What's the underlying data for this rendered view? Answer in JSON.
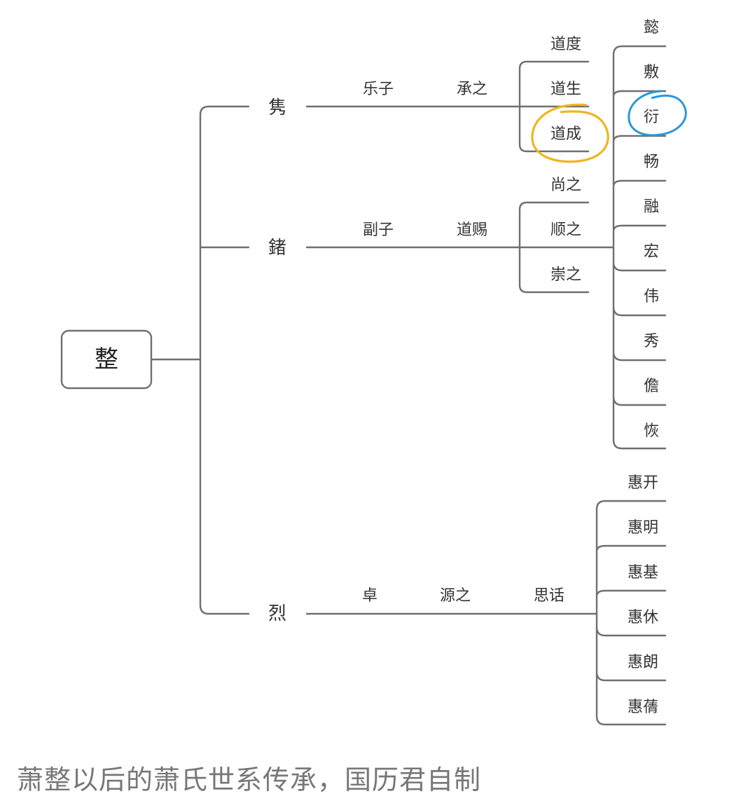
{
  "root": "整",
  "branches": [
    {
      "name": "隽",
      "chain": [
        "乐子",
        "承之"
      ],
      "children": [
        "道度",
        "道生",
        "道成"
      ]
    },
    {
      "name": "鍺",
      "chain": [
        "副子",
        "道赐"
      ],
      "children": [
        "尚之",
        "顺之",
        "崇之"
      ]
    },
    {
      "name": "烈",
      "chain": [
        "卓",
        "源之",
        "思话"
      ],
      "children": [
        "惠开",
        "惠明",
        "惠基",
        "惠休",
        "惠朗",
        "惠蒨"
      ]
    }
  ],
  "shunzhi_children": [
    "懿",
    "敷",
    "衍",
    "畅",
    "融",
    "宏",
    "伟",
    "秀",
    "儋",
    "恢"
  ],
  "highlights": {
    "orange": "道成",
    "blue": "衍"
  },
  "caption": "萧整以后的萧氏世系传承，国历君自制",
  "colors": {
    "line": "#6f6f6f",
    "text": "#333333",
    "orange": "#f0b51e",
    "blue": "#2a96d9",
    "caption": "#777777"
  }
}
